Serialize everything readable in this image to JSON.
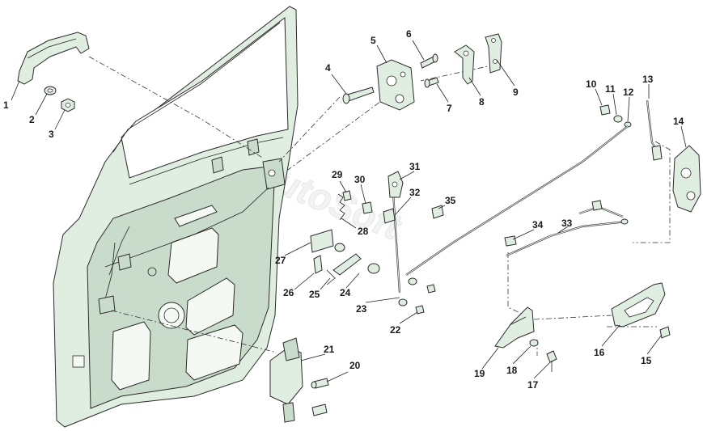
{
  "watermark": "AutoSoft",
  "callouts": [
    {
      "id": "1",
      "label": "1"
    },
    {
      "id": "2",
      "label": "2"
    },
    {
      "id": "3",
      "label": "3"
    },
    {
      "id": "4",
      "label": "4"
    },
    {
      "id": "5",
      "label": "5"
    },
    {
      "id": "6",
      "label": "6"
    },
    {
      "id": "7",
      "label": "7"
    },
    {
      "id": "8",
      "label": "8"
    },
    {
      "id": "9",
      "label": "9"
    },
    {
      "id": "10",
      "label": "10"
    },
    {
      "id": "11",
      "label": "11"
    },
    {
      "id": "12",
      "label": "12"
    },
    {
      "id": "13",
      "label": "13"
    },
    {
      "id": "14",
      "label": "14"
    },
    {
      "id": "15",
      "label": "15"
    },
    {
      "id": "16",
      "label": "16"
    },
    {
      "id": "17",
      "label": "17"
    },
    {
      "id": "18",
      "label": "18"
    },
    {
      "id": "19",
      "label": "19"
    },
    {
      "id": "20",
      "label": "20"
    },
    {
      "id": "21",
      "label": "21"
    },
    {
      "id": "22",
      "label": "22"
    },
    {
      "id": "23",
      "label": "23"
    },
    {
      "id": "24",
      "label": "24"
    },
    {
      "id": "25",
      "label": "25"
    },
    {
      "id": "26",
      "label": "26"
    },
    {
      "id": "27",
      "label": "27"
    },
    {
      "id": "28",
      "label": "28"
    },
    {
      "id": "29",
      "label": "29"
    },
    {
      "id": "30",
      "label": "30"
    },
    {
      "id": "31",
      "label": "31"
    },
    {
      "id": "32",
      "label": "32"
    },
    {
      "id": "33",
      "label": "33"
    },
    {
      "id": "34",
      "label": "34"
    },
    {
      "id": "35",
      "label": "35"
    }
  ]
}
